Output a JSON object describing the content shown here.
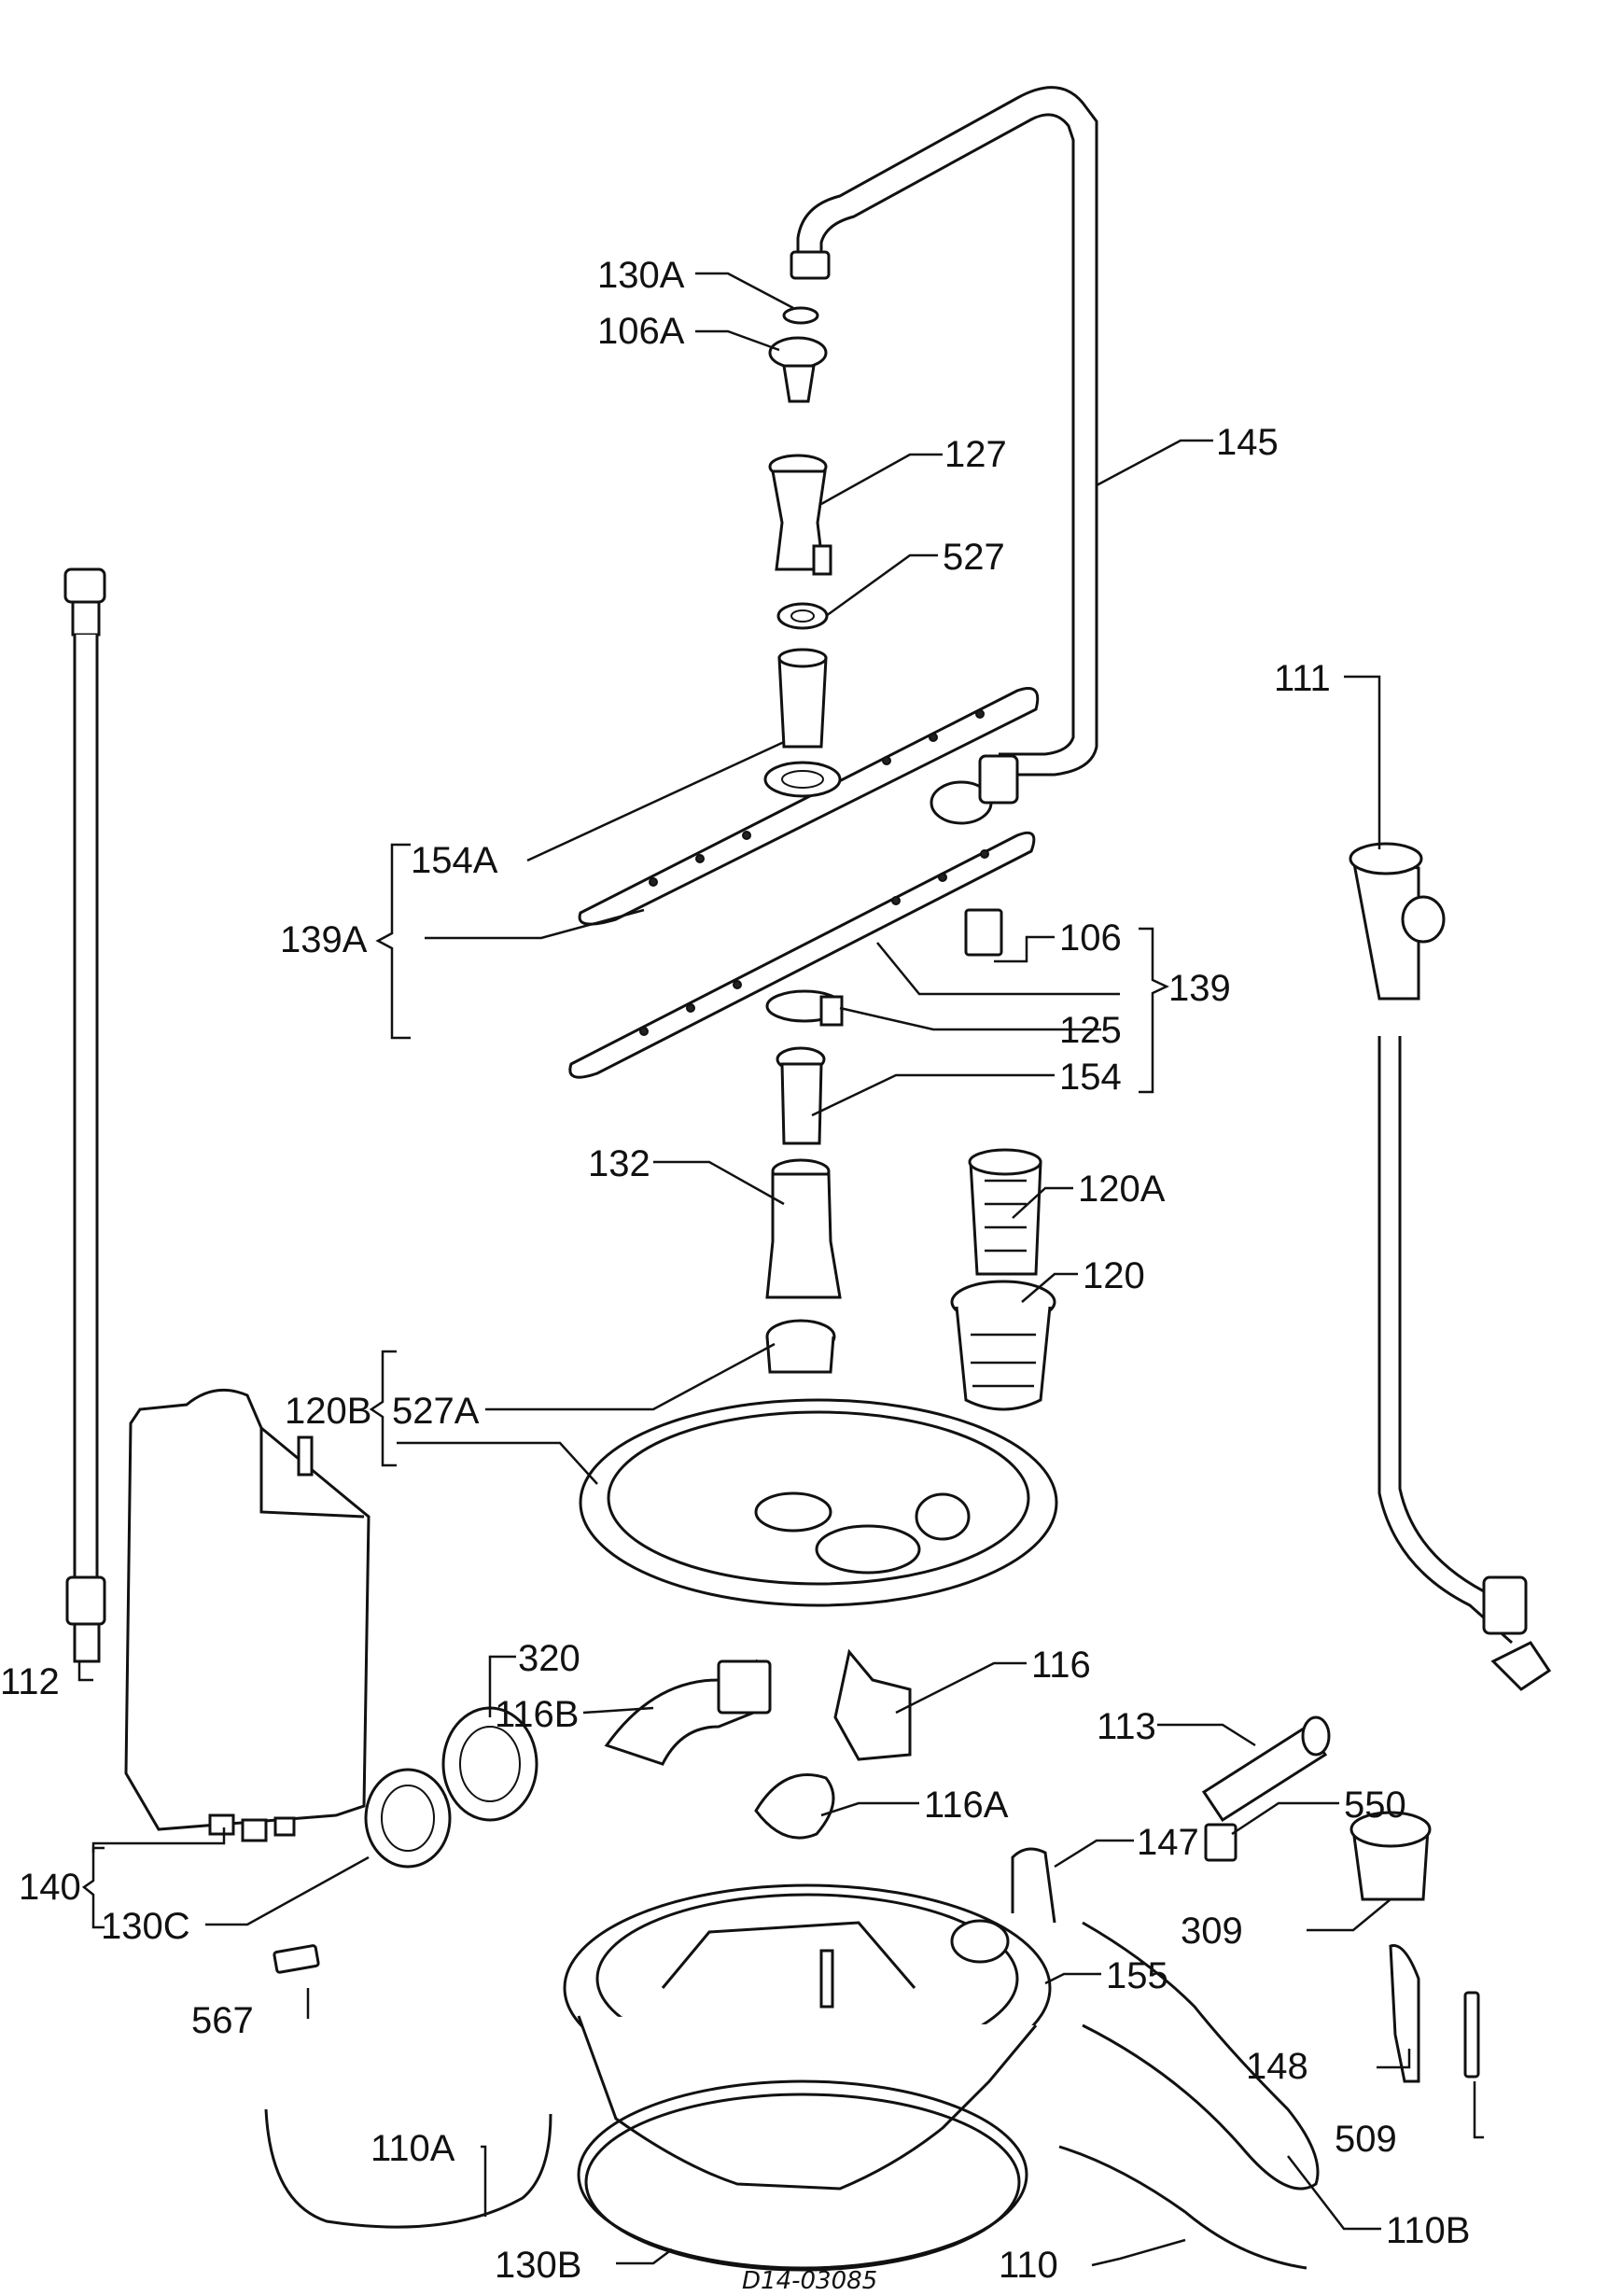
{
  "diagram": {
    "labels": {
      "l130A": "130A",
      "l106A": "106A",
      "l127": "127",
      "l145": "145",
      "l527": "527",
      "l111": "111",
      "l154A": "154A",
      "l139A": "139A",
      "l106": "106",
      "l139": "139",
      "l125": "125",
      "l154": "154",
      "l132": "132",
      "l120A": "120A",
      "l120": "120",
      "l120B": "120B",
      "l527A": "527A",
      "l112": "112",
      "l320": "320",
      "l116B": "116B",
      "l116": "116",
      "l113": "113",
      "l116A": "116A",
      "l550": "550",
      "l147": "147",
      "l140": "140",
      "l130C": "130C",
      "l309": "309",
      "l155": "155",
      "l567": "567",
      "l148": "148",
      "l509": "509",
      "l110A": "110A",
      "l110B": "110B",
      "l130B": "130B",
      "l110": "110"
    },
    "footer_code": "D14-03085"
  }
}
